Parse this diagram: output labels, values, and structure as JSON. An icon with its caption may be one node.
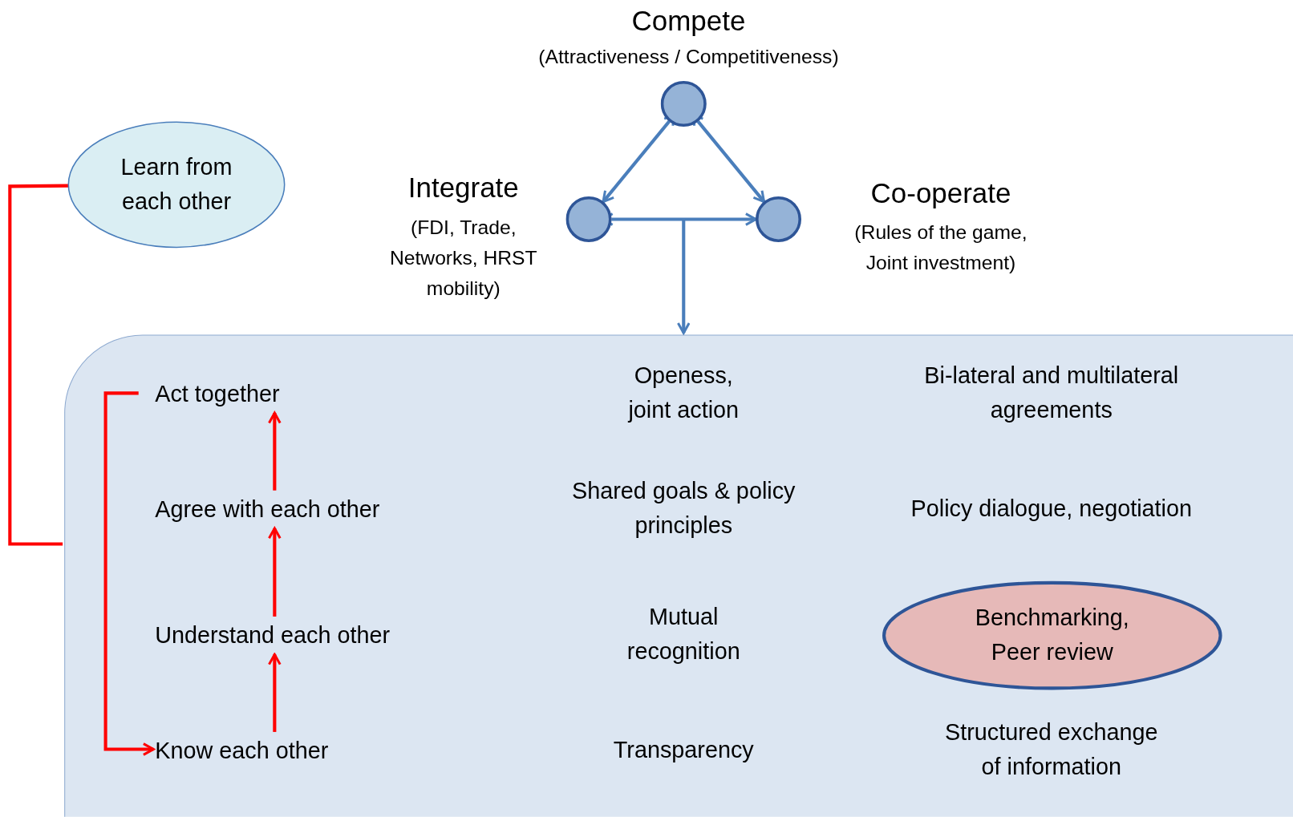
{
  "diagram": {
    "nodes": [
      {
        "text": [],
        "shape": "circle",
        "beside": [
          "Compete",
          "(Attractiveness / Competitiveness)"
        ]
      },
      {
        "text": [],
        "shape": "circle",
        "beside": [
          "Integrate",
          "(FDI, Trade, Networks, HRST mobility)"
        ]
      },
      {
        "text": [],
        "shape": "circle",
        "beside": [
          "Co-operate",
          "(Rules of the game, Joint investment)"
        ]
      },
      {
        "text": [
          "Learn from each other"
        ]
      },
      {
        "text": [],
        "shape": "box"
      },
      {
        "text": [
          "Act together"
        ],
        "in": 4
      },
      {
        "text": [
          "Agree with each other"
        ],
        "in": 4
      },
      {
        "text": [
          "Understand each other"
        ],
        "in": 4
      },
      {
        "text": [
          "Benchmarking, Peer review"
        ],
        "in": 4
      },
      {
        "text": [
          "Know each other"
        ],
        "in": 4
      }
    ],
    "edges": [
      {
        "from": 0,
        "to": 1,
        "arrow": "both",
        "color": "#4a7ebb"
      },
      {
        "from": 0,
        "to": 2,
        "arrow": "both",
        "color": "#4a7ebb"
      },
      {
        "from": 1,
        "to": 2,
        "arrow": "both",
        "color": "#4a7ebb"
      },
      {
        "from": null,
        "to": 4,
        "arrow": "to",
        "color": "#4a7ebb"
      },
      {
        "from": 3,
        "to": 4,
        "arrow": "none"
      },
      {
        "from": 5,
        "to": 9,
        "arrow": "to"
      },
      {
        "from": 9,
        "to": 7,
        "arrow": "to"
      },
      {
        "from": 7,
        "to": 6,
        "arrow": "to"
      },
      {
        "from": 6,
        "to": 5,
        "arrow": "to"
      }
    ],
    "labels": [
      "Openess, joint action",
      "Bi-lateral and multilateral agreements",
      "Shared goals & policy principles",
      "Policy dialogue, negotiation",
      "Mutual recognition",
      "Transparency",
      "Structured exchange of information"
    ]
  }
}
